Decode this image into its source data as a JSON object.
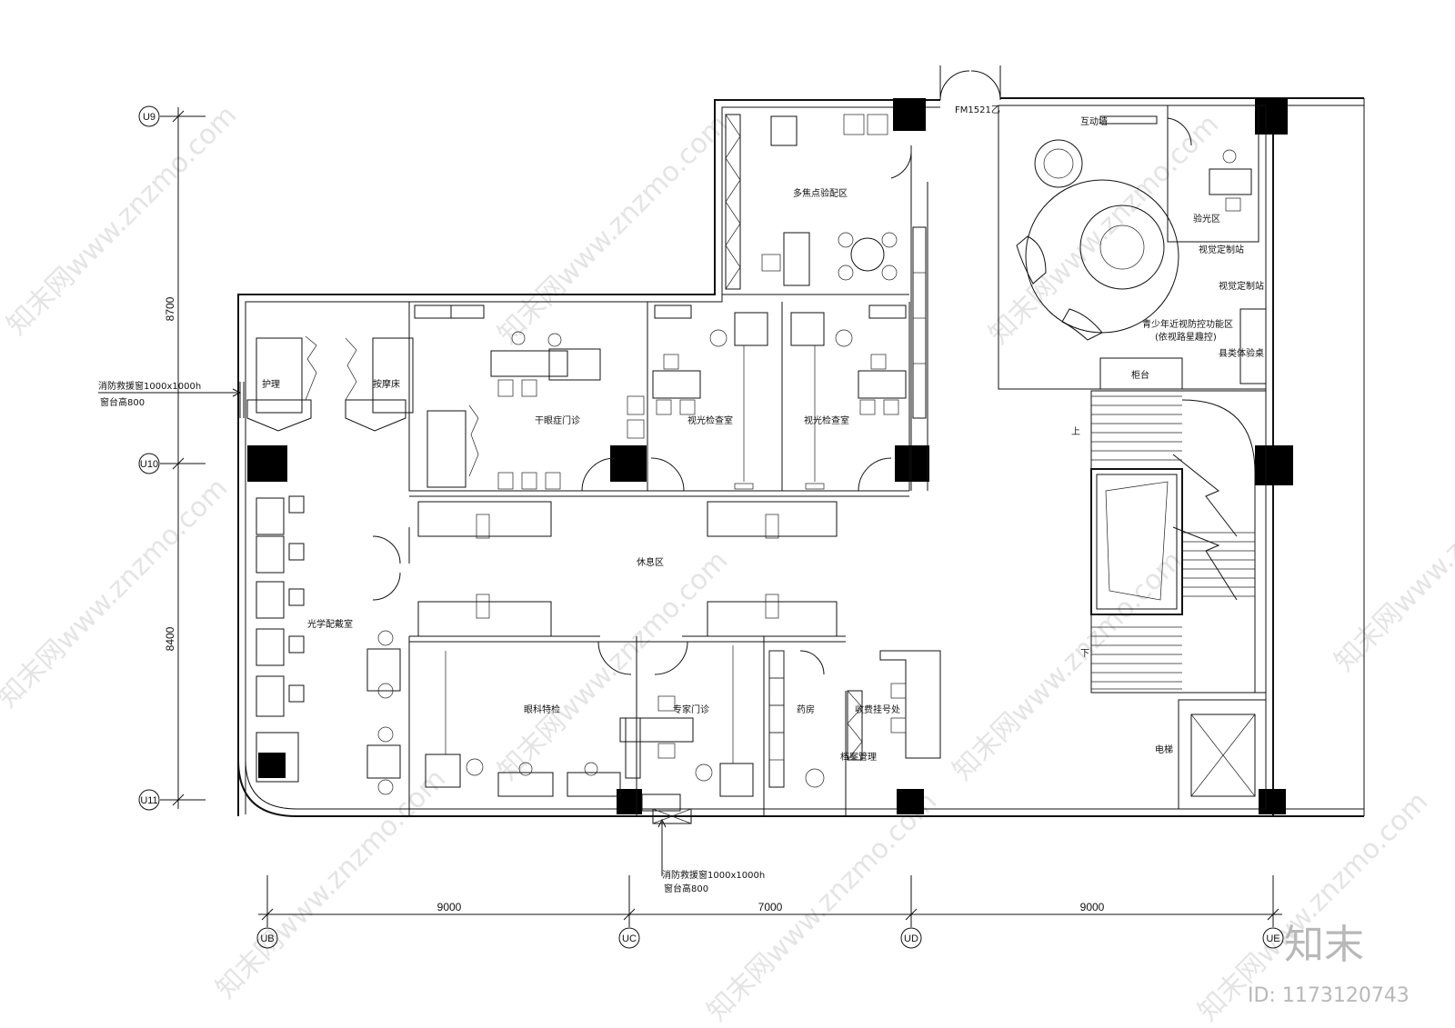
{
  "axes": {
    "left": [
      {
        "id": "U9",
        "label": "U9"
      },
      {
        "id": "U10",
        "label": "U10"
      },
      {
        "id": "U11",
        "label": "U11"
      }
    ],
    "bottom": [
      {
        "id": "UB",
        "label": "UB"
      },
      {
        "id": "UC",
        "label": "UC"
      },
      {
        "id": "UD",
        "label": "UD"
      },
      {
        "id": "UE",
        "label": "UE"
      }
    ]
  },
  "dimensions": {
    "vertical": [
      "8700",
      "8400"
    ],
    "horizontal": [
      "9000",
      "7000",
      "9000"
    ]
  },
  "notes": {
    "window_left_line1": "消防救援窗1000x1000h",
    "window_left_line2": "窗台高800",
    "window_bottom_line1": "消防救援窗1000x1000h",
    "window_bottom_line2": "窗台高800",
    "door_code": "FM1521乙"
  },
  "rooms": {
    "care": "护理",
    "massage": "按摩床",
    "dry_eye": "干眼症门诊",
    "vision_exam_1": "视光检查室",
    "vision_exam_2": "视光检查室",
    "multifocal": "多焦点验配区",
    "interactive_wall": "互动墙",
    "optometry": "验光区",
    "custom_station_1": "视觉定制站",
    "custom_station_2": "视觉定制站",
    "youth_line1": "青少年近视防控功能区",
    "youth_line2": "(依视路星趣控)",
    "lens_exp": "县类体验桌",
    "counter": "柜台",
    "up": "上",
    "down": "下",
    "frames": "光学配戴室",
    "rest": "休息区",
    "eye_exam": "眼科特检",
    "expert": "专家门诊",
    "pharmacy": "药房",
    "registration": "收费挂号处",
    "management": "档案管理",
    "elevator": "电梯"
  },
  "watermark": {
    "text": "知末网www.znzmo.com",
    "brand": "知末",
    "id": "ID: 1173120743"
  }
}
